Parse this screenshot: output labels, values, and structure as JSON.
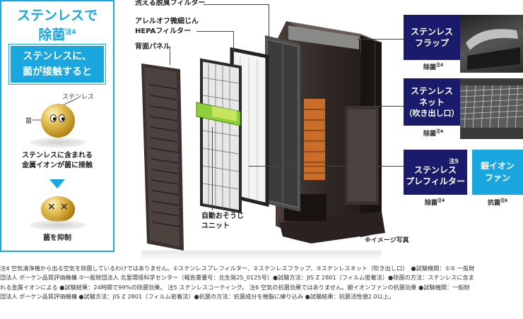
{
  "left_panel": {
    "title_line1": "ステンレスで",
    "title_line2": "除菌",
    "title_note": "注4",
    "box_line1": "ステンレスに、",
    "box_line2": "菌が接触すると",
    "label_stainless": "ステンレス",
    "label_germ": "菌",
    "caption1_line1": "ステンレスに含まれる",
    "caption1_line2": "金属イオンが菌に接触",
    "cross_mark": "××",
    "caption2": "菌を抑制"
  },
  "labels": {
    "deodorizer": "洗える脱臭フィルター",
    "hepa_line1": "アレルオフ微細じん",
    "hepa_line2": "HEPAフィルター",
    "back_panel": "背面パネル",
    "auto_clean_line1": "自動おそうじ",
    "auto_clean_line2": "ユニット",
    "image_note": "※イメージ写真"
  },
  "callouts": [
    {
      "line1": "ステンレス",
      "line2": "フラップ",
      "line3": "",
      "foot": "除菌",
      "foot_note": "注4",
      "top_note": ""
    },
    {
      "line1": "ステンレス",
      "line2": "ネット",
      "line3": "（吹き出し口）",
      "foot": "除菌",
      "foot_note": "注4",
      "top_note": ""
    },
    {
      "line1": "ステンレス",
      "line2": "プレフィルター",
      "line3": "",
      "foot": "除菌",
      "foot_note": "注4",
      "top_note": "注5"
    }
  ],
  "ion_fan": {
    "line1": "銀イオン",
    "line2": "ファン",
    "foot": "抗菌",
    "foot_note": "注6"
  },
  "footnotes": [
    "注4 空気清浄機から出る空気を除菌しているわけではありません。①ステンレスプレフィルター、②ステンレスフラップ、③ステンレスネット（吹き出し口）　●試験機関：①② 一般財",
    "団法人 ボーケン品質評価機構 ③一般財団法人 北里環境科学センター（報告書番号：北生発25_0125号）●試験方法：JIS Z 2801（フィルム密着法）●除菌の方法：ステンレスに含ま",
    "れる金属イオンによる ●試験結果：24時間で99%の除菌効果。 注5 ステンレスコーティング。 注6 空気の抗菌効果ではありません。銀イオンファンの抗菌効果 ●試験機関：一般財",
    "団法人 ボーケン品質評価機構 ●試験方法：JIS Z 2801（フィルム密着法）●抗菌の方法：抗菌成分を樹脂に練り込み ●試験結果：抗菌活性値2.0以上。"
  ],
  "colors": {
    "accent": "#1aa7e0",
    "navy": "#1a1c6b",
    "unit": "#3a302d"
  }
}
